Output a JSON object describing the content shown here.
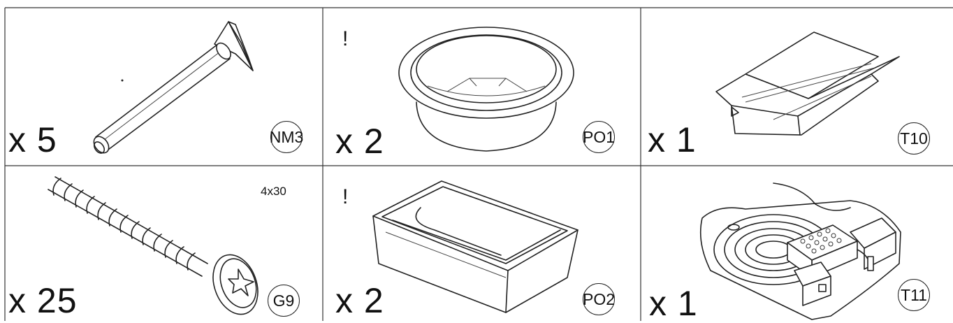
{
  "parts": [
    {
      "id": "nm3",
      "quantity": "x 5",
      "code": "NM3",
      "icon": "table-leg-icon"
    },
    {
      "id": "po1",
      "quantity": "x 2",
      "code": "PO1",
      "icon": "round-grommet-icon",
      "note": "!"
    },
    {
      "id": "t10",
      "quantity": "x 1",
      "code": "T10",
      "icon": "aluminium-profile-icon"
    },
    {
      "id": "g9",
      "quantity": "x 25",
      "code": "G9",
      "icon": "screw-icon",
      "size": "4x30"
    },
    {
      "id": "po2",
      "quantity": "x 2",
      "code": "PO2",
      "icon": "rectangular-grommet-icon",
      "note": "!"
    },
    {
      "id": "t11",
      "quantity": "x 1",
      "code": "T11",
      "icon": "led-strip-reel-icon"
    }
  ],
  "colors": {
    "line": "#222222",
    "background": "#ffffff"
  }
}
